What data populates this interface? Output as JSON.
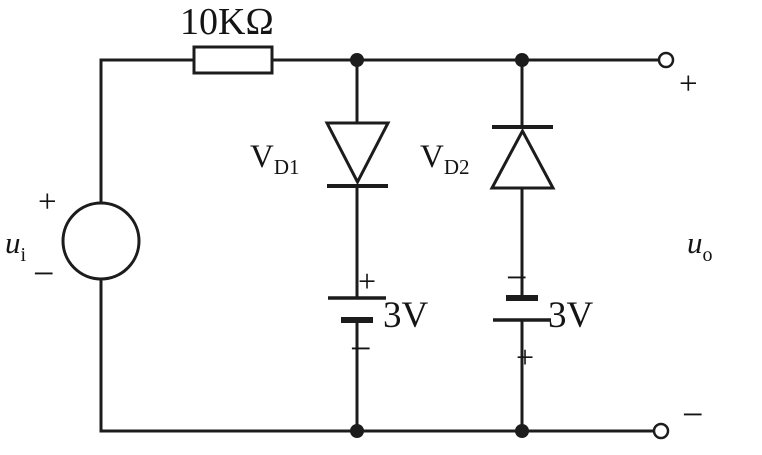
{
  "diagram": {
    "kind": "circuit"
  },
  "labels": {
    "resistor": "10KΩ",
    "diode1": {
      "main": "V",
      "sub": "D1"
    },
    "diode2": {
      "main": "V",
      "sub": "D2"
    },
    "battery1": {
      "plus": "+",
      "value": "3V",
      "minus": "−"
    },
    "battery2": {
      "minus": "−",
      "value": "3V",
      "plus": "+"
    },
    "source": {
      "plus": "+",
      "minus": "−"
    },
    "input": {
      "main": "u",
      "sub": "i"
    },
    "output": {
      "main": "u",
      "sub": "o",
      "plus": "+",
      "minus": "−"
    }
  },
  "colors": {
    "line": "#1c1c1c",
    "background": "#ffffff"
  }
}
